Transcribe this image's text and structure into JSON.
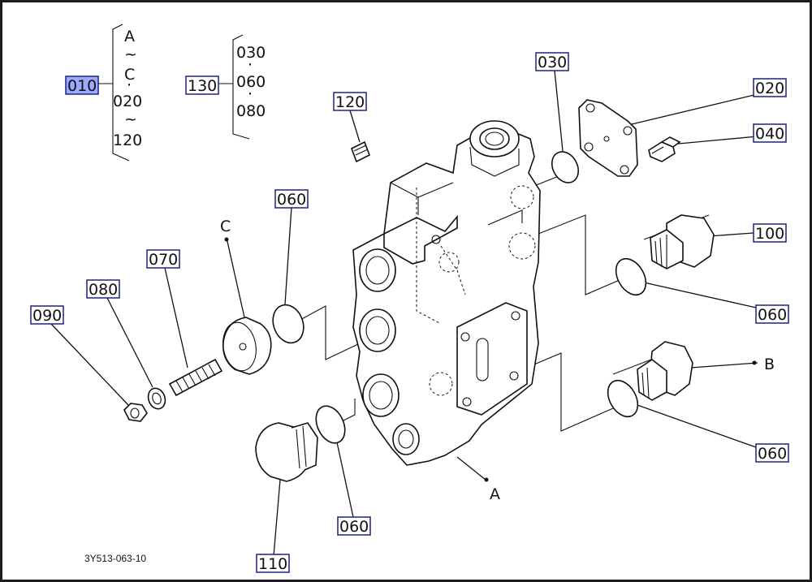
{
  "callouts": {
    "p010": "010",
    "p130": "130",
    "p120": "120",
    "p030": "030",
    "p020": "020",
    "p040": "040",
    "p060a": "060",
    "p070": "070",
    "p080": "080",
    "p090": "090",
    "p100": "100",
    "p060b": "060",
    "p060c": "060",
    "p060d": "060",
    "p110": "110"
  },
  "groups": {
    "g010": [
      "A",
      "~",
      "C",
      "·",
      "020",
      "~",
      "120"
    ],
    "g130": [
      "030",
      "·",
      "060",
      "·",
      "080"
    ]
  },
  "refs": {
    "a": "A",
    "b": "B",
    "c": "C"
  },
  "drawing_code": "3Y513-063-10",
  "colors": {
    "selected": "#9ea8ff",
    "callout_border": "#1a237e"
  }
}
